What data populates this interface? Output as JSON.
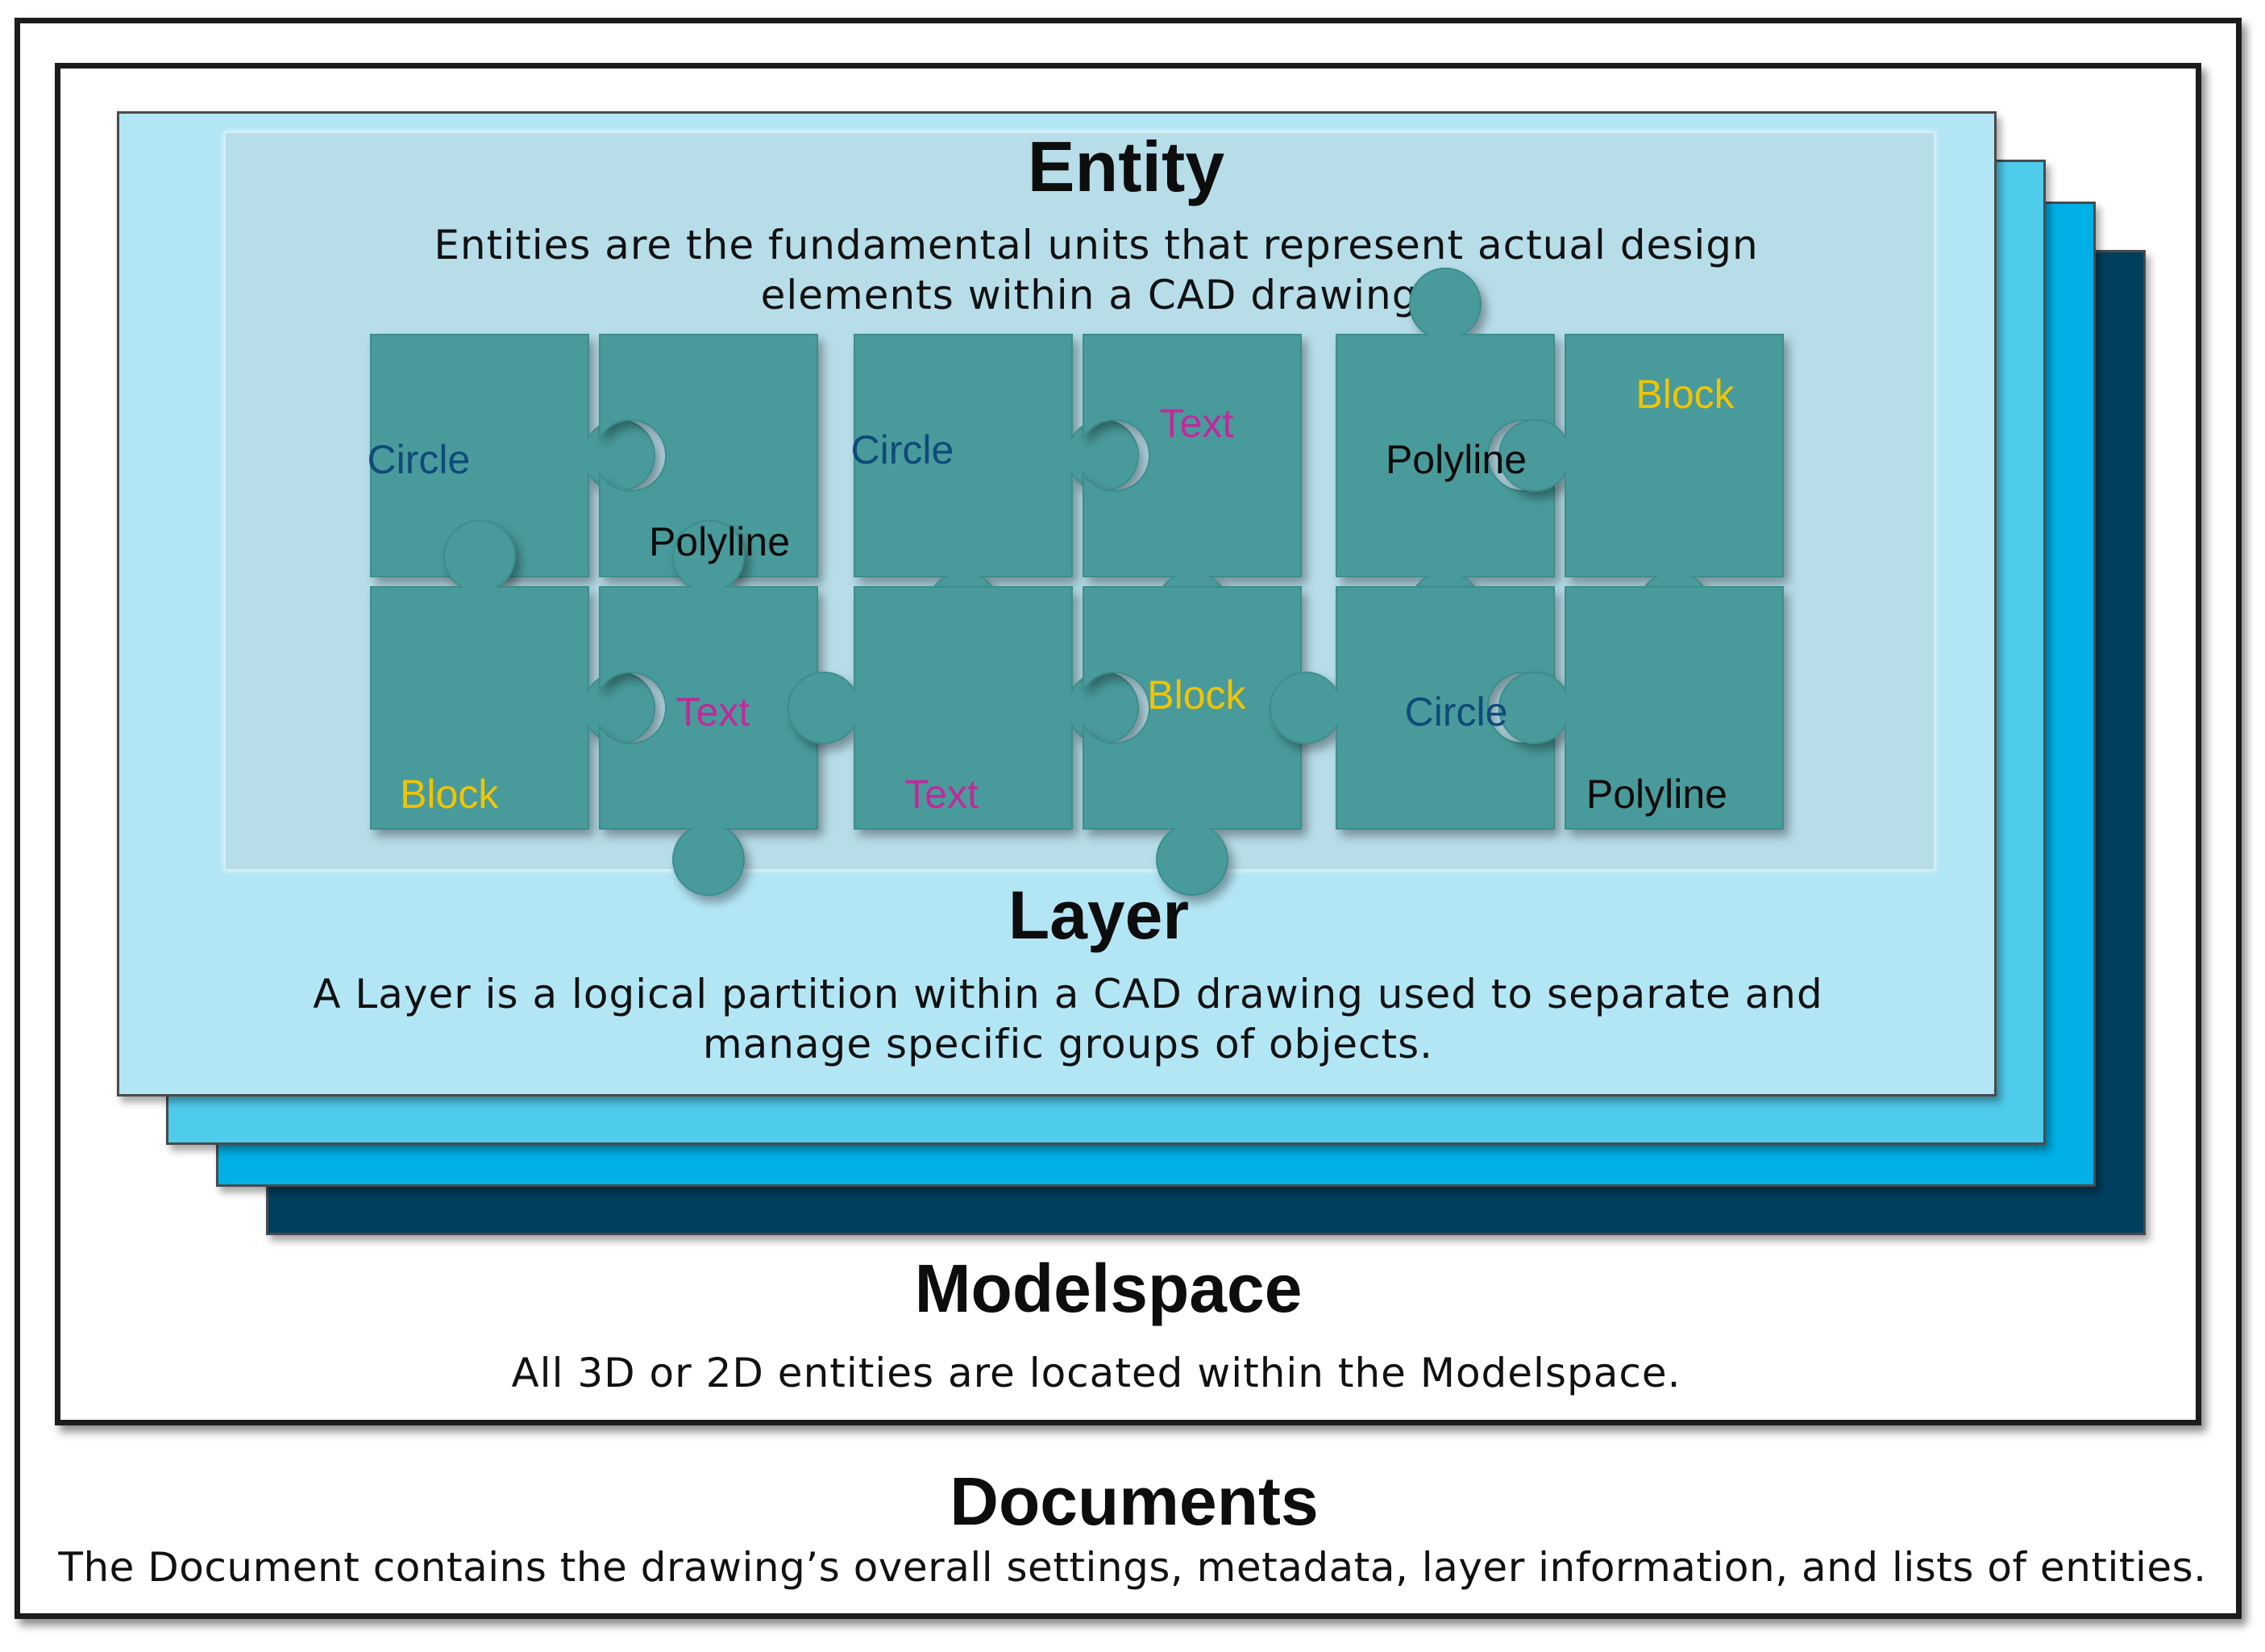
{
  "documents": {
    "title": "Documents",
    "description": "The Document contains the drawing’s overall settings, metadata, layer information, and lists of entities."
  },
  "modelspace": {
    "title": "Modelspace",
    "description": "All 3D or 2D entities are located within the Modelspace."
  },
  "layer": {
    "title": "Layer",
    "description_line1": "A Layer is a logical partition within a CAD drawing used to separate and",
    "description_line2": "manage specific groups of objects."
  },
  "entity": {
    "title": "Entity",
    "description_line1": "Entities are the fundamental units that represent actual design",
    "description_line2": "elements within a CAD drawing."
  },
  "colors": {
    "piece_fill": "#4a9b9b",
    "circle_text": "#0f4a7a",
    "polyline_text": "#0a0a0a",
    "text_text": "#c02a9a",
    "block_text": "#f2c400",
    "layer_sheets": [
      "#b3e6f5",
      "#4fcbec",
      "#00b0e6",
      "#003f5e"
    ]
  },
  "puzzle_pieces": [
    {
      "label": "Circle",
      "kind": "circle"
    },
    {
      "label": "Polyline",
      "kind": "polyline"
    },
    {
      "label": "Circle",
      "kind": "circle"
    },
    {
      "label": "Text",
      "kind": "text"
    },
    {
      "label": "Polyline",
      "kind": "polyline"
    },
    {
      "label": "Block",
      "kind": "block"
    },
    {
      "label": "Block",
      "kind": "block"
    },
    {
      "label": "Text",
      "kind": "text"
    },
    {
      "label": "Text",
      "kind": "text"
    },
    {
      "label": "Block",
      "kind": "block"
    },
    {
      "label": "Circle",
      "kind": "circle"
    },
    {
      "label": "Polyline",
      "kind": "polyline"
    }
  ]
}
